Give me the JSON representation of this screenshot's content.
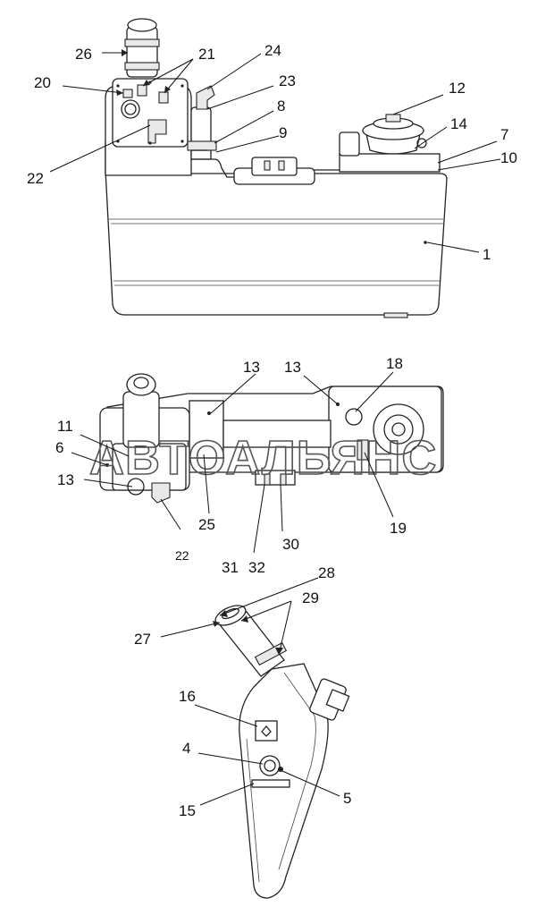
{
  "watermark": "АВТОАЛЬЯНС",
  "labels": {
    "l1": "1",
    "l4": "4",
    "l5": "5",
    "l6": "6",
    "l7": "7",
    "l8": "8",
    "l9": "9",
    "l10": "10",
    "l11": "11",
    "l12": "12",
    "l13a": "13",
    "l13b": "13",
    "l13c": "13",
    "l14": "14",
    "l15": "15",
    "l16": "16",
    "l18": "18",
    "l19": "19",
    "l20": "20",
    "l21": "21",
    "l22a": "22",
    "l22b": "22",
    "l23": "23",
    "l24": "24",
    "l25": "25",
    "l26": "26",
    "l27": "27",
    "l28": "28",
    "l29": "29",
    "l30": "30",
    "l31": "31",
    "l32": "32"
  }
}
